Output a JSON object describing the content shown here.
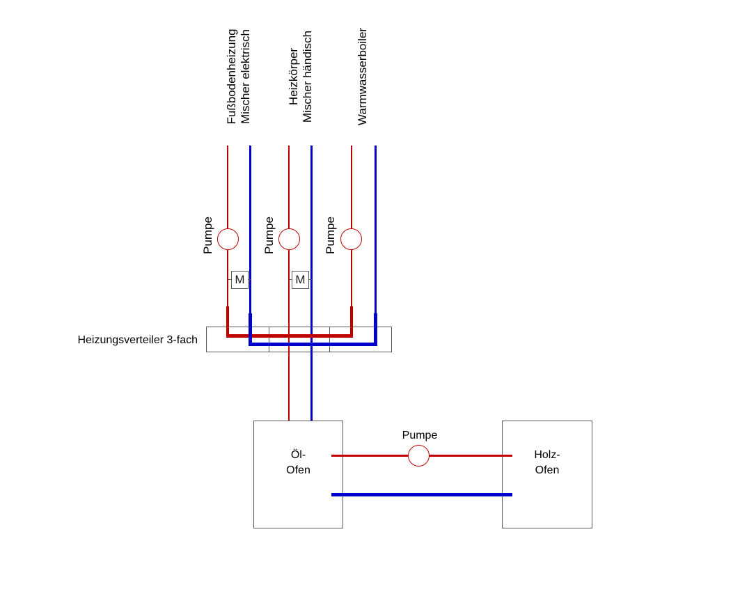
{
  "diagram": {
    "colors": {
      "supply_red": "#c00000",
      "return_blue": "#0000cd",
      "box_border": "#595959",
      "text": "#000000"
    },
    "circuits": [
      {
        "label": "Fußbodenheizung\nMischer elektrisch",
        "pump_label": "Pumpe",
        "mixer_label": "M"
      },
      {
        "label": "Heizkörper\nMischer händisch",
        "pump_label": "Pumpe",
        "mixer_label": "M"
      },
      {
        "label": "Warmwasserboiler",
        "pump_label": "Pumpe"
      }
    ],
    "distributor": {
      "label": "Heizungsverteiler 3-fach",
      "sections": 3
    },
    "boilers": {
      "oil_label": "Öl-\nOfen",
      "wood_label": "Holz-\nOfen",
      "transfer_pump_label": "Pumpe"
    }
  }
}
